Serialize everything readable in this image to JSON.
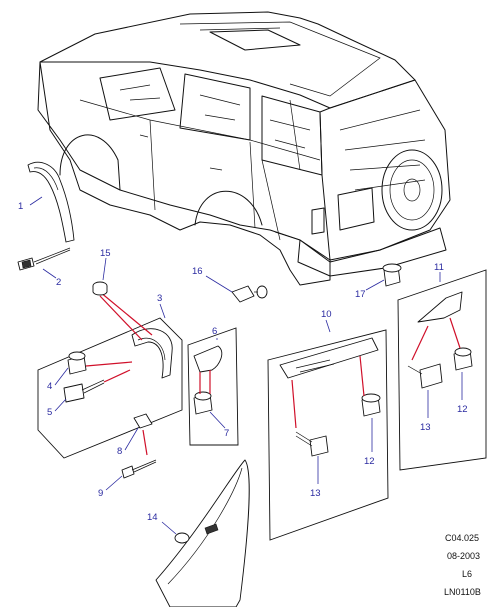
{
  "callouts": [
    {
      "id": "1",
      "label": "1"
    },
    {
      "id": "2",
      "label": "2"
    },
    {
      "id": "3",
      "label": "3"
    },
    {
      "id": "4",
      "label": "4"
    },
    {
      "id": "5",
      "label": "5"
    },
    {
      "id": "6",
      "label": "6"
    },
    {
      "id": "7",
      "label": "7"
    },
    {
      "id": "8",
      "label": "8"
    },
    {
      "id": "9",
      "label": "9"
    },
    {
      "id": "10",
      "label": "10"
    },
    {
      "id": "11",
      "label": "11"
    },
    {
      "id": "12a",
      "label": "12"
    },
    {
      "id": "12b",
      "label": "12"
    },
    {
      "id": "13a",
      "label": "13"
    },
    {
      "id": "13b",
      "label": "13"
    },
    {
      "id": "14",
      "label": "14"
    },
    {
      "id": "15",
      "label": "15"
    },
    {
      "id": "16",
      "label": "16"
    },
    {
      "id": "17",
      "label": "17"
    }
  ],
  "footer": {
    "code": "C04.025",
    "date": "08-2003",
    "section": "L6",
    "ref": "LN0110B"
  },
  "colors": {
    "callout_text": "#2a2aa0",
    "part_link_lines": "#d0102a",
    "outline": "#111111"
  }
}
